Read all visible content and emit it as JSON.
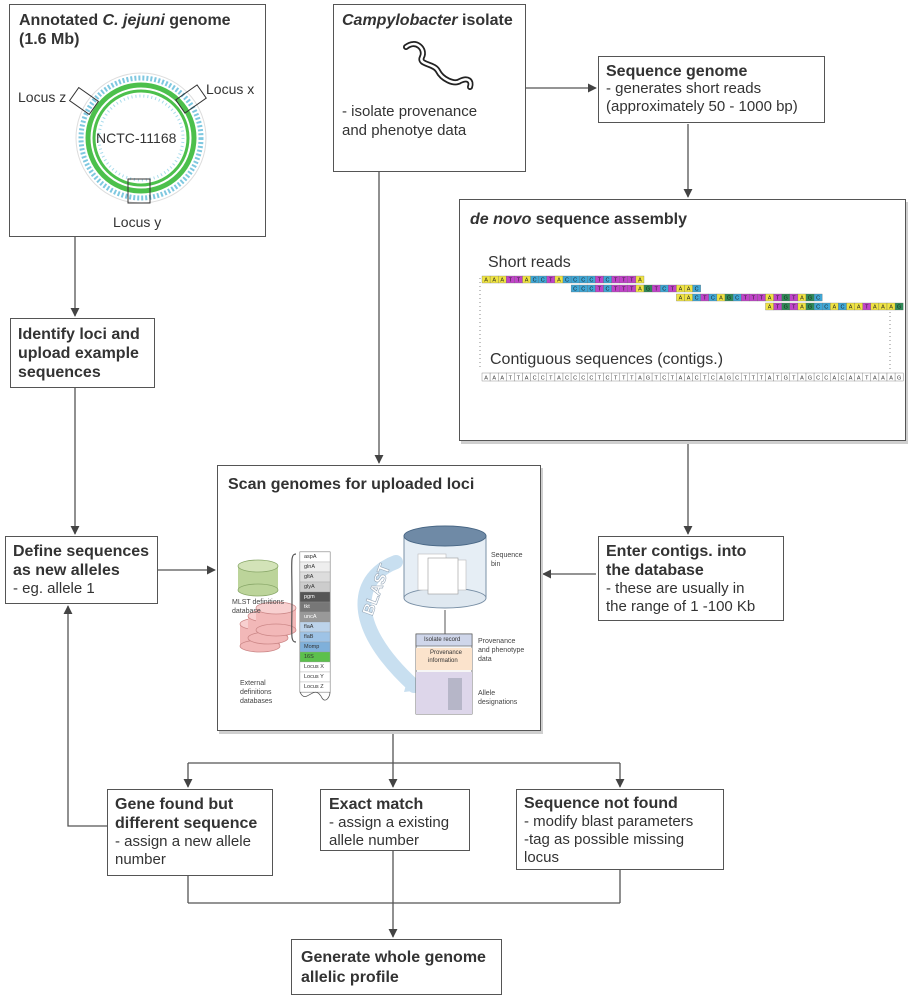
{
  "genome_box": {
    "title_prefix": "Annotated ",
    "title_italic": "C. jejuni",
    "title_suffix": " genome",
    "size": "(1.6 Mb)",
    "strain": "NCTC-11168",
    "locus_x": "Locus x",
    "locus_y": "Locus y",
    "locus_z": "Locus z"
  },
  "isolate_box": {
    "title_italic": "Campylobacter",
    "title_suffix": " isolate",
    "line1": "- isolate provenance",
    "line2": "and phenotye data"
  },
  "sequence_box": {
    "title": "Sequence genome",
    "line1": "- generates short reads",
    "line2": "(approximately 50 - 1000 bp)"
  },
  "assembly_box": {
    "title_italic": "de novo",
    "title_suffix": " sequence assembly",
    "short_reads_label": "Short reads",
    "contigs_label": "Contiguous sequences (contigs.)",
    "contig_sequence": "AAATTACCTACCCCTCTTTAGTCTAACTCAGCTTTATGTAGCCACAATAAAG"
  },
  "identify_box": {
    "line1": "Identify loci and",
    "line2": "upload example",
    "line3": "sequences"
  },
  "define_box": {
    "line1": "Define sequences",
    "line2": "as new alleles",
    "line3": "- eg. allele 1"
  },
  "scan_box": {
    "title": "Scan genomes for uploaded loci",
    "mlst_label_1": "MLST definitions",
    "mlst_label_2": "database",
    "external_label_1": "External",
    "external_label_2": "definitions",
    "external_label_3": "databases",
    "loci": [
      "aspA",
      "glnA",
      "gltA",
      "glyA",
      "pgm",
      "tkt",
      "uncA",
      "flaA",
      "flaB",
      "Momp",
      "16S",
      "Locus X",
      "Locus Y",
      "Locus Z"
    ],
    "blast_label": "BLAST",
    "bin_label_1": "Sequence",
    "bin_label_2": "bin",
    "isolate_record": "Isolate record",
    "provenance_info_1": "Provenance",
    "provenance_info_2": "information",
    "prov_label_1": "Provenance",
    "prov_label_2": "and phenotype",
    "prov_label_3": "data",
    "allele_label_1": "Allele",
    "allele_label_2": "designations"
  },
  "contigs_box": {
    "line1": "Enter contigs. into",
    "line2": "the database",
    "line3": "- these are usually in",
    "line4": "the range of 1 -100 Kb"
  },
  "gene_found_box": {
    "line1": "Gene found but",
    "line2": "different sequence",
    "line3": "- assign a new allele",
    "line4": "number"
  },
  "exact_box": {
    "line1": "Exact match",
    "line2": "- assign a existing",
    "line3": "allele number"
  },
  "notfound_box": {
    "line1": "Sequence not found",
    "line2": "- modify blast parameters",
    "line3": "-tag as possible missing",
    "line4": "locus"
  },
  "generate_box": {
    "line1": "Generate whole genome",
    "line2": "allelic profile"
  },
  "colors": {
    "genome_green": "#4cc04c",
    "genome_dots": "#7fc8e0",
    "base_A": "#f0e442",
    "base_C": "#3fa7d6",
    "base_G": "#2e8b57",
    "base_T": "#c043c8",
    "mlst_db": "#bcd49a",
    "external_db": "#f2b8b8"
  }
}
